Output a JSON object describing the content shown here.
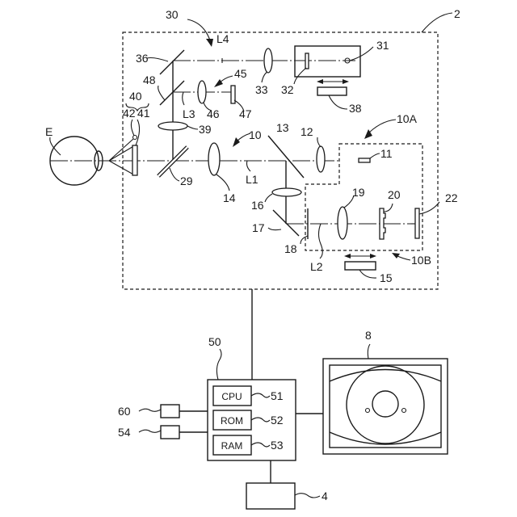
{
  "figure": {
    "labels": {
      "device": "2",
      "eye": "E",
      "fixation_system": "30",
      "axis_L4": "L4",
      "light_source_31": "31",
      "target_32": "32",
      "lens_33": "33",
      "mirror_36": "36",
      "drive_38": "38",
      "group_40": "40",
      "element_42": "42",
      "element_41": "41",
      "system_45": "45",
      "lens_46": "46",
      "element_47": "47",
      "mirror_48": "48",
      "axis_L3": "L3",
      "lens_39": "39",
      "system_10": "10",
      "system_10A": "10A",
      "mirror_13": "13",
      "lens_12": "12",
      "source_11": "11",
      "mirror_29": "29",
      "lens_14": "14",
      "axis_L1": "L1",
      "lens_16": "16",
      "mirror_17": "17",
      "element_18": "18",
      "lens_19": "19",
      "element_20": "20",
      "sensor_22": "22",
      "axis_L2": "L2",
      "system_10B": "10B",
      "drive_15": "15",
      "controller": "50",
      "monitor": "8",
      "storage_4": "4",
      "input_60": "60",
      "input_54": "54"
    },
    "controller_units": [
      {
        "name": "CPU",
        "ref": "51"
      },
      {
        "name": "ROM",
        "ref": "52"
      },
      {
        "name": "RAM",
        "ref": "53"
      }
    ]
  }
}
